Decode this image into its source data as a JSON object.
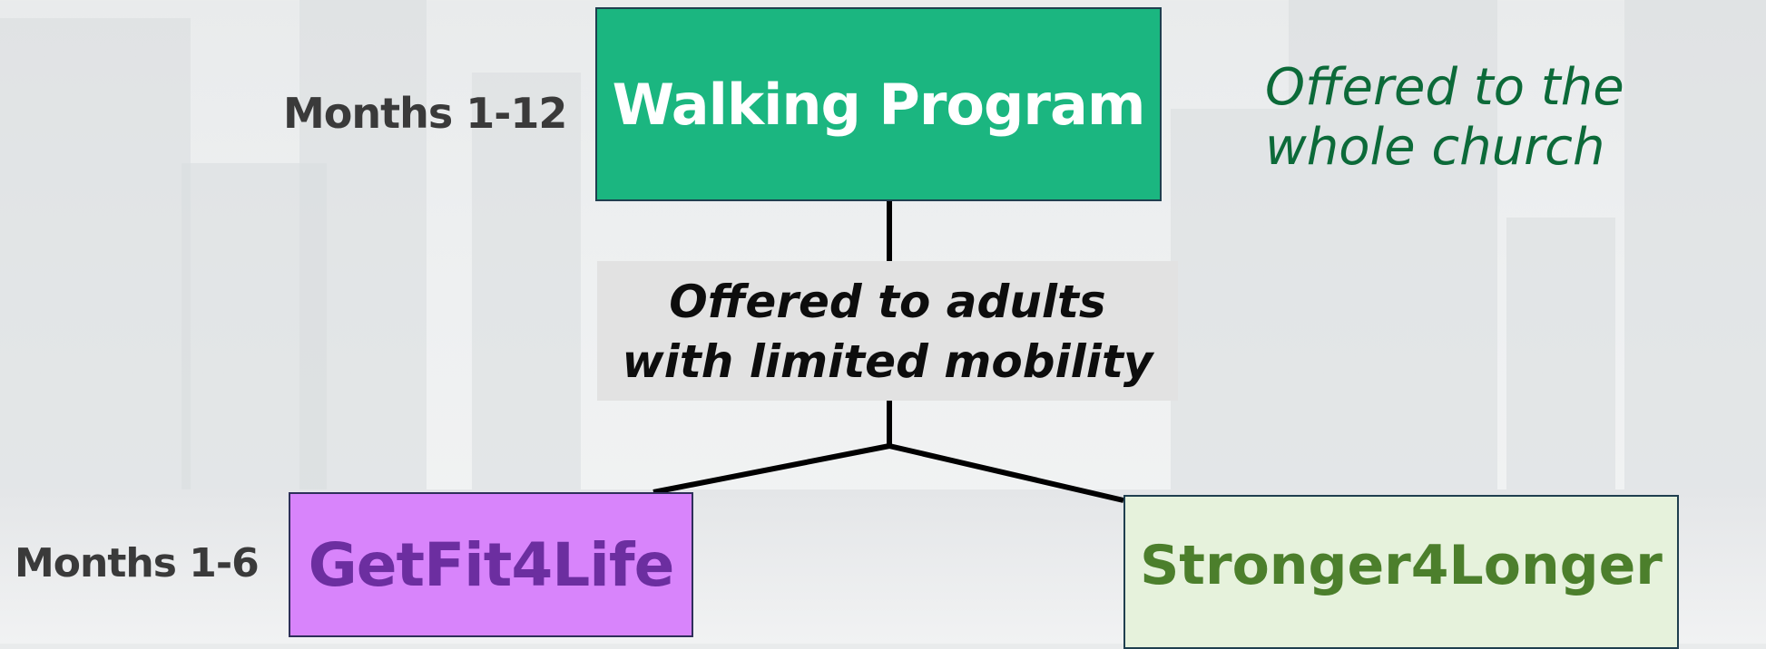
{
  "top_box": {
    "label": "Walking Program"
  },
  "middle_box": {
    "line1": "Offered to adults",
    "line2": "with limited mobility"
  },
  "left_box": {
    "label": "GetFit4Life"
  },
  "right_box": {
    "label": "Stronger4Longer"
  },
  "labels": {
    "months_1_12": "Months 1-12",
    "months_1_6": "Months 1-6",
    "church_line1": "Offered to the",
    "church_line2": "whole church"
  },
  "colors": {
    "walking": "#1bb680",
    "getfit": "#d884fb",
    "getfit_text": "#6c2ea0",
    "stronger": "#e6f2dc",
    "stronger_text": "#4c7f2c",
    "church_text": "#0c6a39"
  }
}
